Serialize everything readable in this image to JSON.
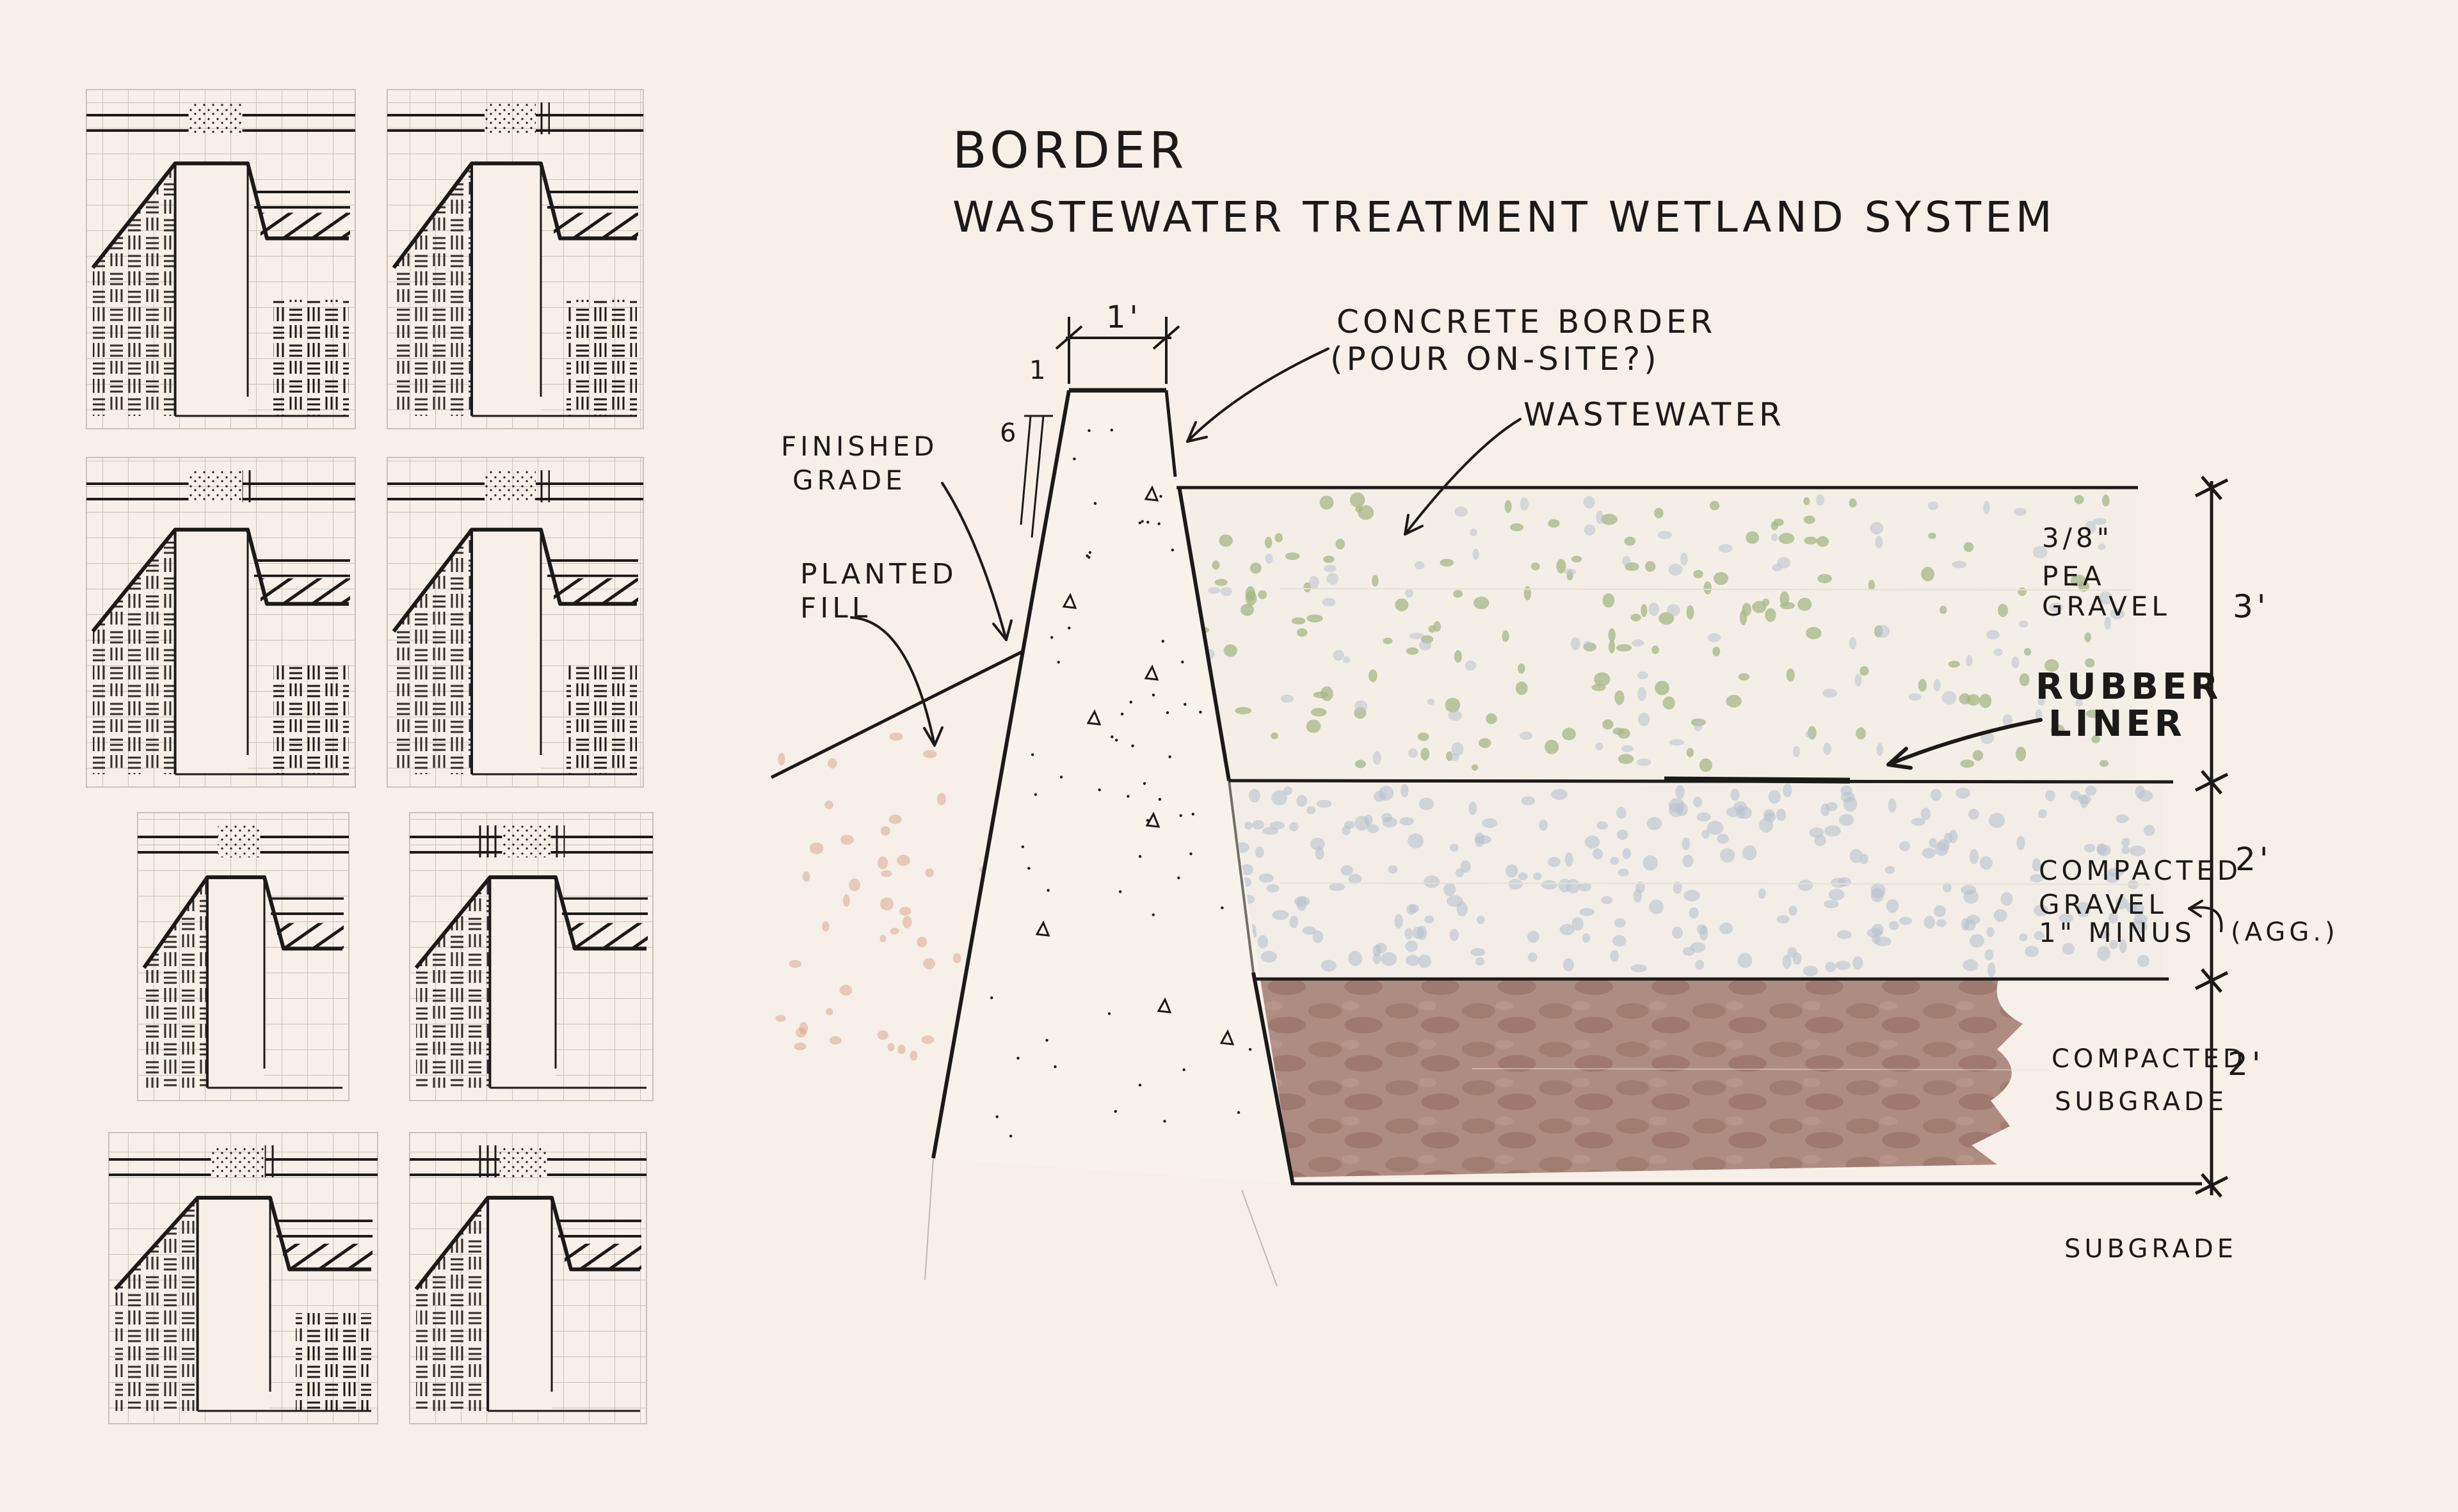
{
  "title": {
    "line1": "BORDER",
    "line2": "WASTEWATER  TREATMENT  WETLAND  SYSTEM"
  },
  "labels": {
    "dim_width": "1'",
    "dim_height_top": "1",
    "dim_height_bottom": "6",
    "concrete_border_1": "CONCRETE BORDER",
    "concrete_border_2": "(POUR  ON-SITE?)",
    "wastewater": "WASTEWATER",
    "finished_grade_1": "FINISHED",
    "finished_grade_2": "GRADE",
    "planted_fill_1": "PLANTED",
    "planted_fill_2": "FILL",
    "pea_gravel_1": "3/8\"",
    "pea_gravel_2": "PEA",
    "pea_gravel_3": "GRAVEL",
    "depth_pea": "3'",
    "rubber_liner_1": "RUBBER",
    "rubber_liner_2": "LINER",
    "compacted_gravel_1": "COMPACTED",
    "compacted_gravel_2": "GRAVEL",
    "compacted_gravel_3": "1\" MINUS",
    "depth_gravel": "2'",
    "agg": "(AGG.)",
    "compacted_subgrade_1": "COMPACTED",
    "compacted_subgrade_2": "SUBGRADE",
    "depth_subgrade": "2'",
    "subgrade": "SUBGRADE"
  },
  "colors": {
    "paper": "#f6f0e8",
    "ink": "#1c1a18",
    "grid": "#c9c3ba",
    "pea_dot": "#a7b586",
    "gravel_dot": "#b9c1cf",
    "subgrade_fill": "#a88378",
    "fill_dot": "#dba892"
  }
}
